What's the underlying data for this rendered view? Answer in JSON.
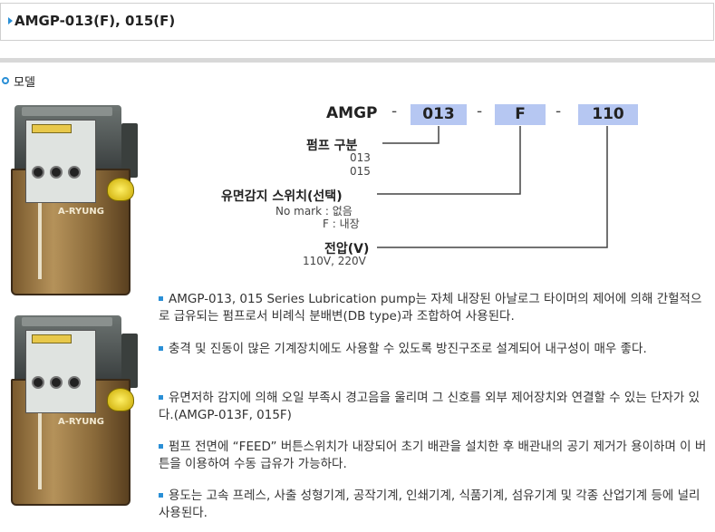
{
  "header": {
    "title": "AMGP-013(F), 015(F)"
  },
  "section": {
    "label": "모델"
  },
  "pump": {
    "brand_text": "A-RYUNG"
  },
  "diagram": {
    "prefix": "AMGP",
    "dash": "-",
    "codes": [
      "013",
      "F",
      "110"
    ],
    "pump_type": {
      "title": "펌프 구분",
      "values": [
        "013",
        "015"
      ]
    },
    "level_switch": {
      "title": "유면감지 스위치(선택)",
      "options": [
        "No mark : 없음",
        "F : 내장"
      ]
    },
    "voltage": {
      "title": "전압(V)",
      "values": "110V, 220V"
    }
  },
  "paragraphs": [
    "AMGP-013, 015 Series Lubrication pump는 자체 내장된 아날로그 타이머의 제어에 의해 간헐적으로 급유되는 펌프로서 비례식 분배변(DB type)과 조합하여 사용된다.",
    "충격 및 진동이 많은 기계장치에도 사용할 수 있도록 방진구조로 설계되어 내구성이 매우 좋다.",
    "유면저하 감지에 의해 오일 부족시 경고음을 울리며 그 신호를 외부 제어장치와 연결할 수 있는 단자가 있다.(AMGP-013F, 015F)",
    "펌프 전면에 “FEED” 버튼스위치가 내장되어 초기 배관을 설치한 후 배관내의 공기 제거가 용이하며 이 버튼을 이용하여 수동 급유가 가능하다.",
    "용도는 고속 프레스, 사출 성형기계, 공작기계, 인쇄기계, 식품기계, 섬유기계 및 각종 산업기계 등에 널리 사용된다."
  ],
  "colors": {
    "accent": "#2a8fd6",
    "code_box": "#b6c7f2"
  }
}
